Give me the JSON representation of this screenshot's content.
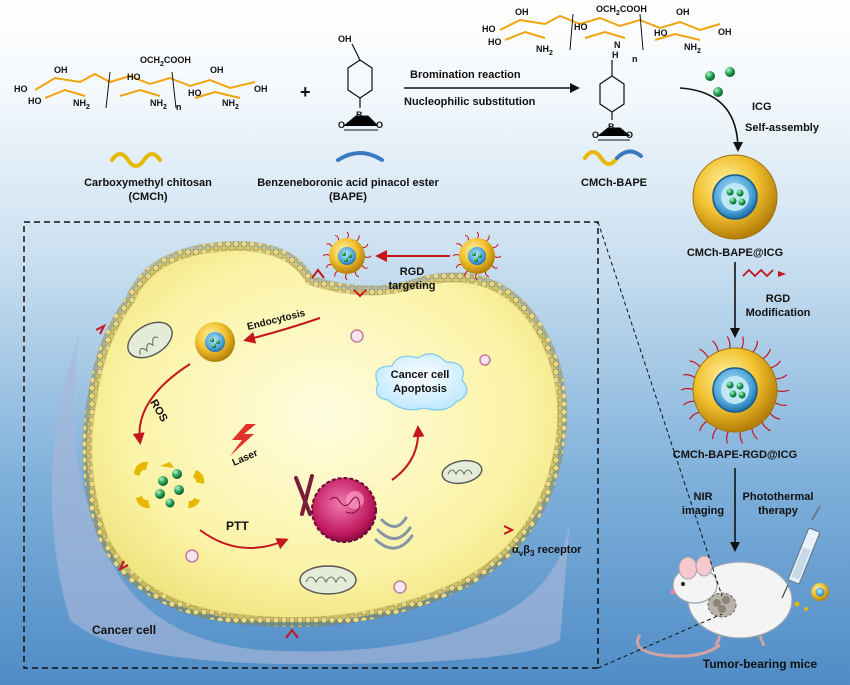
{
  "diagram": {
    "cmch_name": "Carboxymethyl chitosan",
    "cmch_abbr": "(CMCh)",
    "bape_name": "Benzeneboronic acid pinacol ester",
    "bape_abbr": "(BAPE)",
    "plus": "+",
    "step1_top": "Bromination reaction",
    "step1_bottom": "Nucleophilic substitution",
    "product1": "CMCh-BAPE",
    "icg": "ICG",
    "self_assembly": "Self-assembly",
    "product2": "CMCh-BAPE@ICG",
    "rgd_mod_1": "RGD",
    "rgd_mod_2": "Modification",
    "product3": "CMCh-BAPE-RGD@ICG",
    "nir_1": "NIR",
    "nir_2": "imaging",
    "ptt_therapy_1": "Photothermal",
    "ptt_therapy_2": "therapy",
    "mice": "Tumor-bearing mice",
    "rgd_target_1": "RGD",
    "rgd_target_2": "targeting",
    "endocytosis": "Endocytosis",
    "ros": "ROS",
    "laser": "Laser",
    "ptt": "PTT",
    "apoptosis_1": "Cancer cell",
    "apoptosis_2": "Apoptosis",
    "receptor_a": "α",
    "receptor_v": "v",
    "receptor_b": "β",
    "receptor_3": "3",
    "receptor_rest": " receptor",
    "cancer_cell": "Cancer cell",
    "chem": {
      "oh": "OH",
      "ho": "HO",
      "nh2": "NH",
      "sub2": "2",
      "n": "n",
      "nh": "N",
      "h": "H",
      "b": "B",
      "o": "O",
      "och2cooh": "OCH",
      "cooh_tail": "COOH"
    }
  }
}
